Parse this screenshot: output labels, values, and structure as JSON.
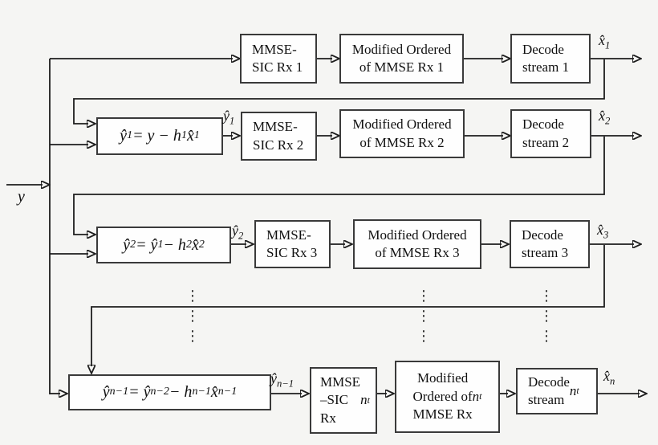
{
  "figure": {
    "background_color": "#f5f5f3",
    "wire_color": "#1d1d1d",
    "box_border_color": "#3a3a3a",
    "input_label": "y",
    "ellipsis_column": "⋮<br>⋮<br>⋮",
    "rows": [
      {
        "sic_box": "MMSE-<br>SIC Rx 1",
        "mod_box": "Modified Ordered<br>of MMSE Rx 1",
        "decode_box": "Decode<br>stream 1",
        "output_label": "x̂<sub>1</sub>"
      },
      {
        "eq_box": "ŷ<sub>1</sub> = y − h<sub>1</sub>x̂<sub>1</sub>",
        "eq_output_label": "ŷ<sub>1</sub>",
        "sic_box": "MMSE-<br>SIC Rx 2",
        "mod_box": "Modified Ordered<br>of MMSE Rx 2",
        "decode_box": "Decode<br>stream 2",
        "output_label": "x̂<sub>2</sub>"
      },
      {
        "eq_box": "ŷ<sub>2</sub> = ŷ<sub>1</sub> − h<sub>2</sub>x̂<sub>2</sub>",
        "eq_output_label": "ŷ<sub>2</sub>",
        "sic_box": "MMSE-<br>SIC Rx 3",
        "mod_box": "Modified Ordered<br>of MMSE Rx 3",
        "decode_box": "Decode<br>stream 3",
        "output_label": "x̂<sub>3</sub>"
      },
      {
        "eq_box": "ŷ<sub>n−1</sub> = ŷ<sub>n−2</sub> − h<sub>n−1</sub>x̂<sub>n−1</sub>",
        "eq_output_label": "ŷ<sub>n−1</sub>",
        "sic_box": "MMSE<br>–SIC<br>Rx <i>n</i><sub><i>t</i></sub>",
        "mod_box": "Modified<br>Ordered of<br>MMSE Rx <i>n</i><sub><i>t</i></sub>",
        "decode_box": "Decode<br>stream <i>n</i><sub><i>t</i></sub>",
        "output_label": "x̂<sub>n</sub>"
      }
    ]
  }
}
